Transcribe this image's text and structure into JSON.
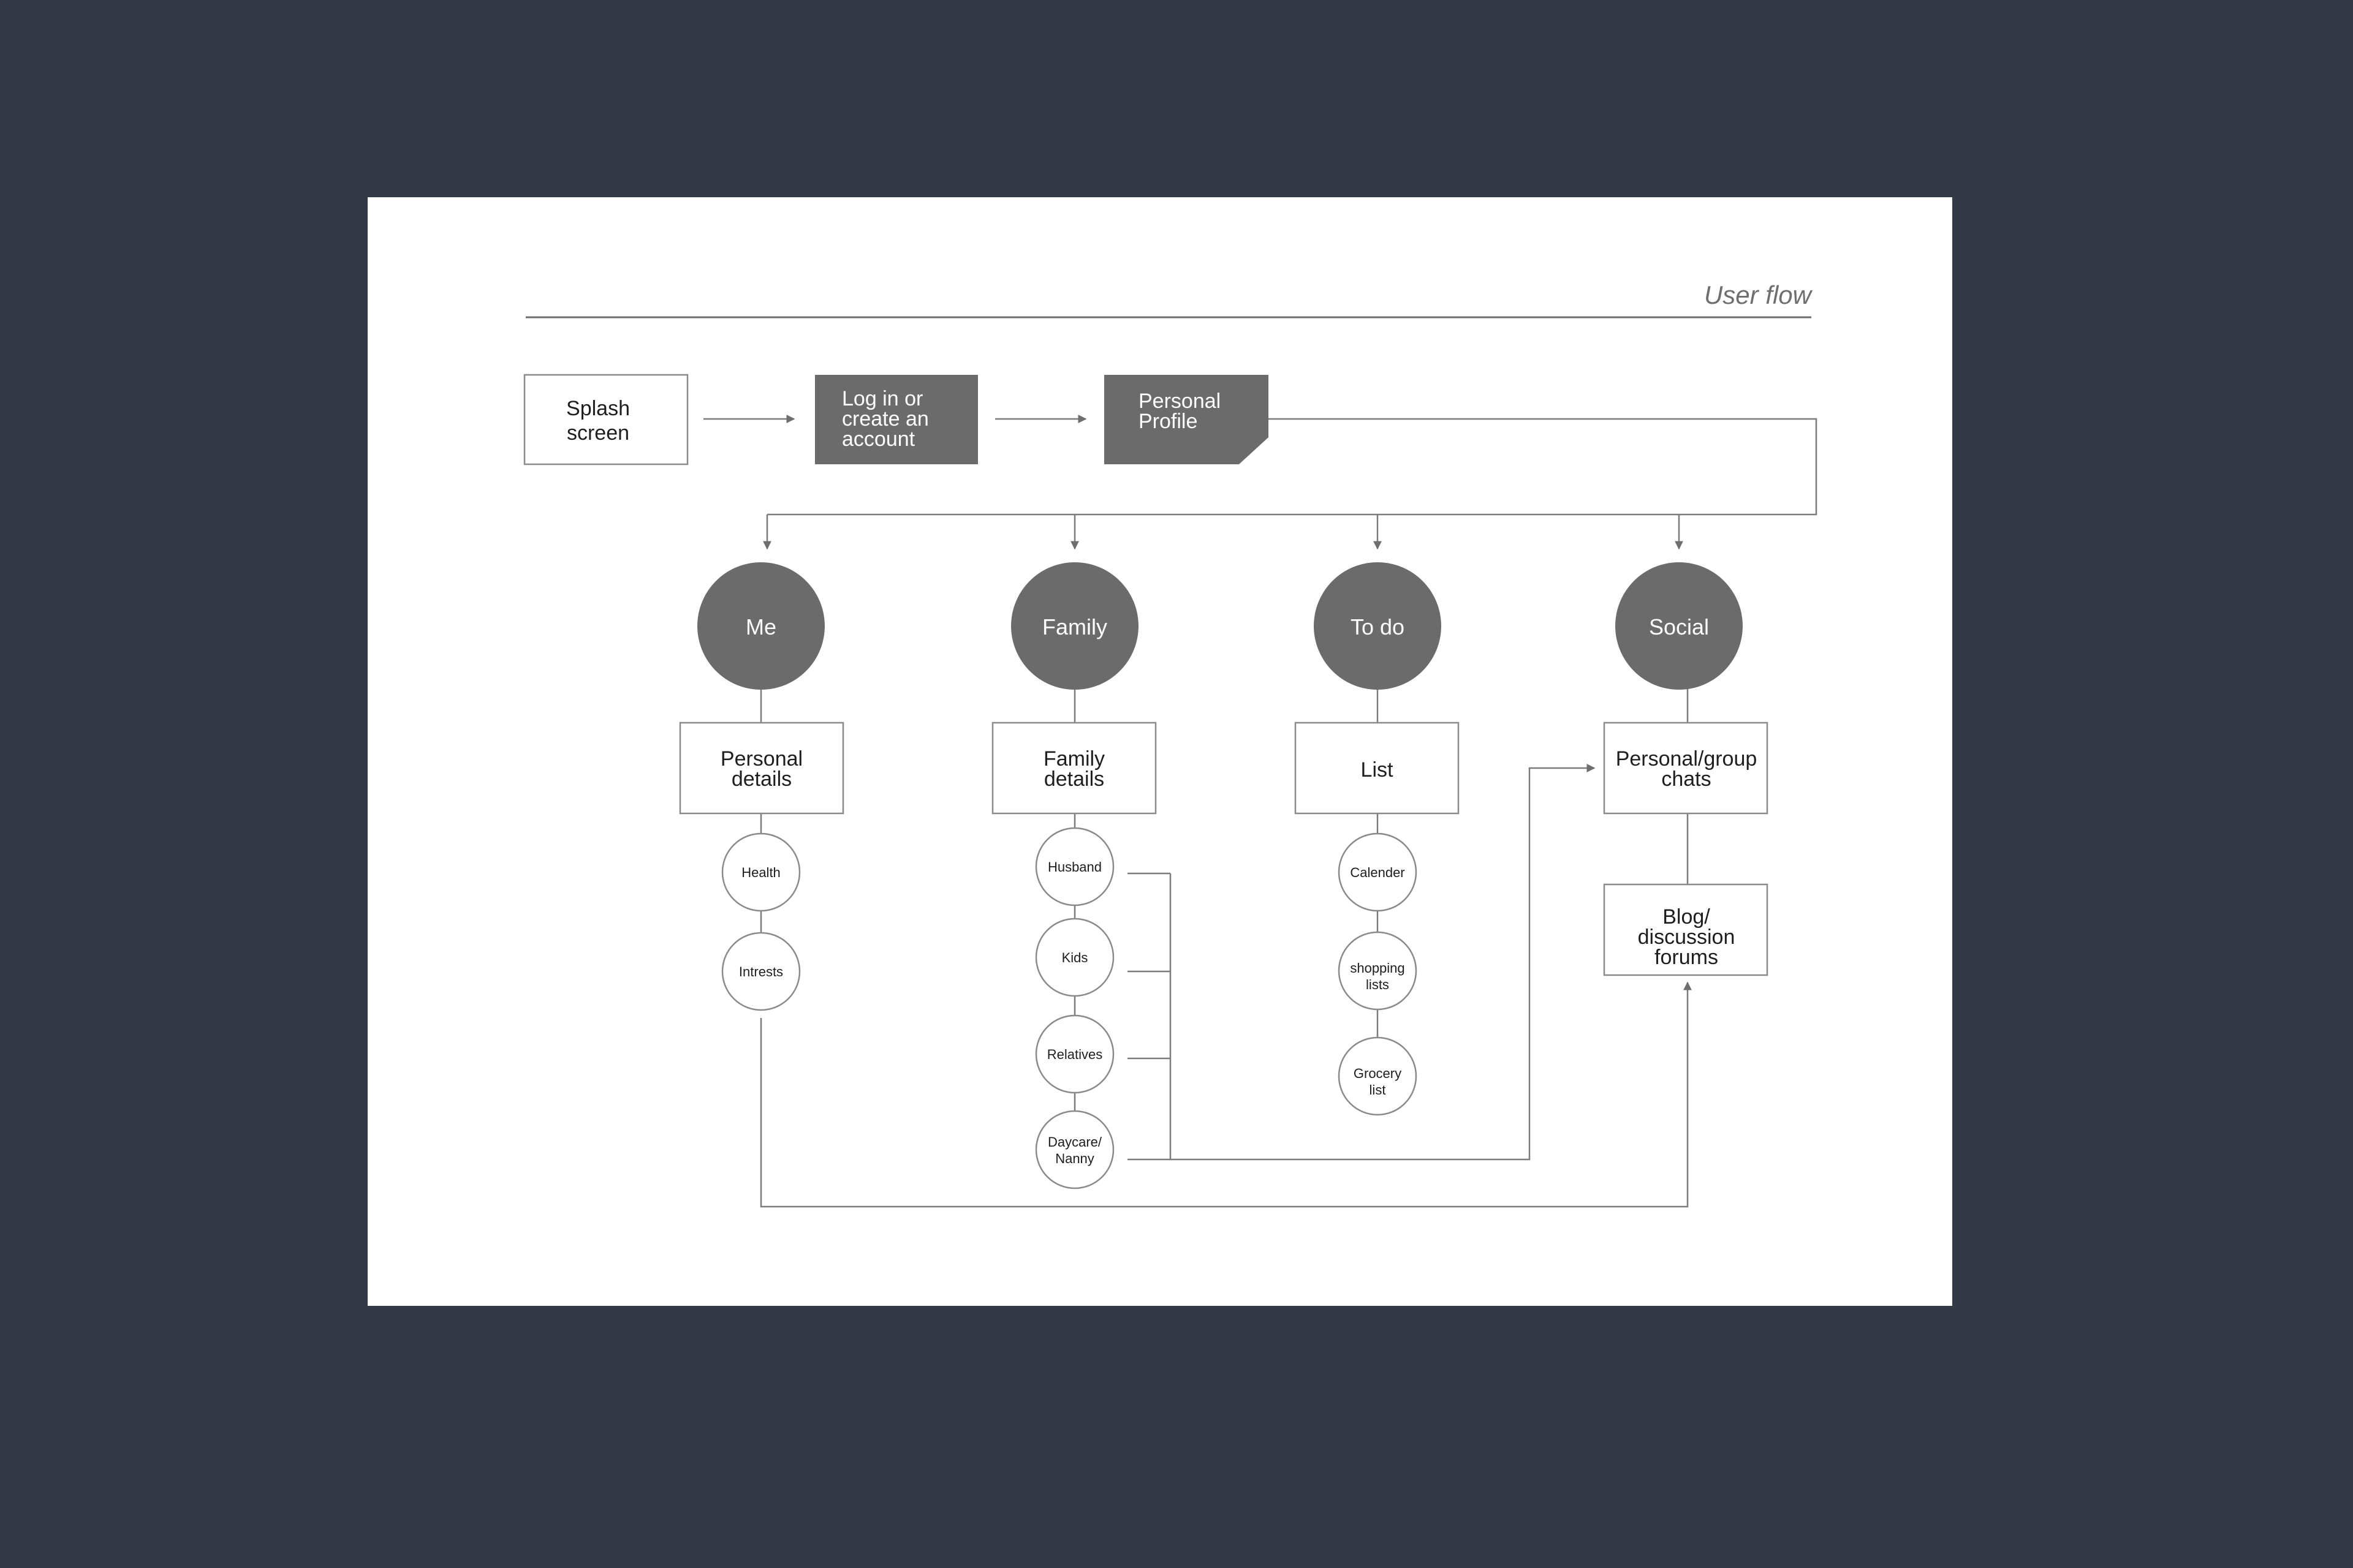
{
  "header": {
    "title": "User flow"
  },
  "top_flow": {
    "splash": [
      "Splash",
      "screen"
    ],
    "login": [
      "Log in or",
      "create an",
      "account"
    ],
    "profile": [
      "Personal",
      "Profile"
    ]
  },
  "categories": {
    "me": "Me",
    "family": "Family",
    "todo": "To do",
    "social": "Social"
  },
  "detail_boxes": {
    "personal_details": [
      "Personal",
      "details"
    ],
    "family_details": [
      "Family",
      "details"
    ],
    "list": [
      "List"
    ],
    "chats": [
      "Personal/group",
      "chats"
    ],
    "blog": [
      "Blog/",
      "discussion",
      "forums"
    ]
  },
  "small_nodes": {
    "health": [
      "Health"
    ],
    "intrests": [
      "Intrests"
    ],
    "husband": [
      "Husband"
    ],
    "kids": [
      "Kids"
    ],
    "relatives": [
      "Relatives"
    ],
    "daycare": [
      "Daycare/",
      "Nanny"
    ],
    "calender": [
      "Calender"
    ],
    "shopping": [
      "shopping",
      "lists"
    ],
    "grocery": [
      "Grocery",
      "list"
    ]
  },
  "colors": {
    "background": "#333945",
    "panel": "#ffffff",
    "filled": "#6b6b6b",
    "stroke": "#8a8a8a",
    "line": "#7c7c7c",
    "text_dark": "#1e1e1e",
    "text_light": "#ffffff",
    "title": "#6f6f6f"
  }
}
